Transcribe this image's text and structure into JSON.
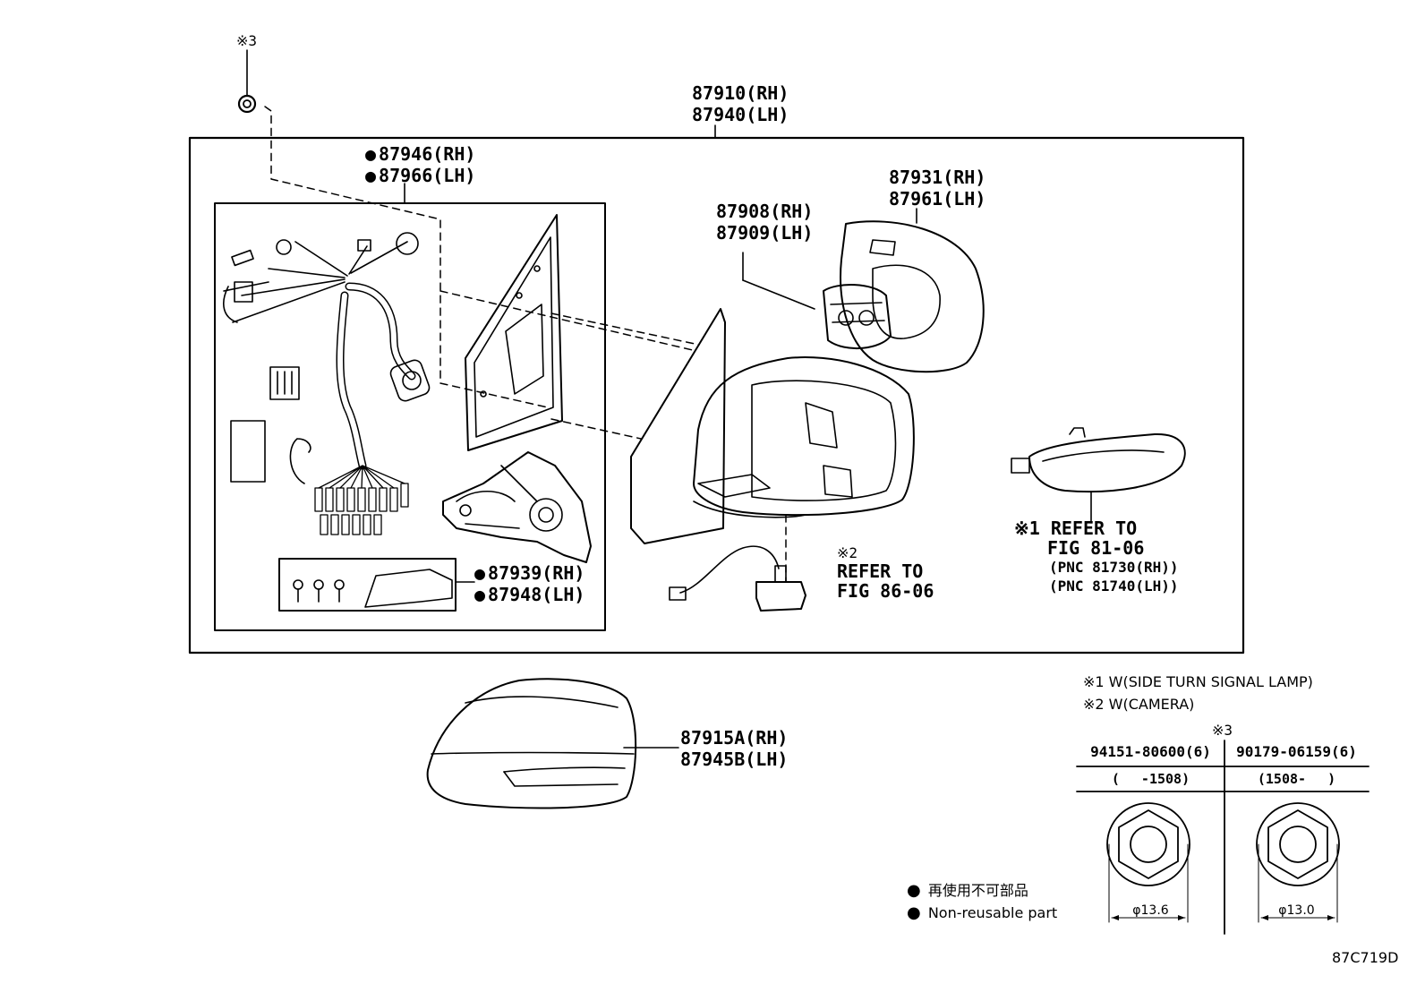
{
  "labels": {
    "assy_rh": "87910(RH)",
    "assy_lh": "87940(LH)",
    "harness_rh": "87946(RH)",
    "harness_lh": "87966(LH)",
    "mirror_rh": "87931(RH)",
    "mirror_lh": "87961(LH)",
    "actuator_rh": "87908(RH)",
    "actuator_lh": "87909(LH)",
    "kit_rh": "87939(RH)",
    "kit_lh": "87948(LH)",
    "cover_rh": "87915A(RH)",
    "cover_lh": "87945B(LH)",
    "note3_marker": "※3",
    "note2_marker": "※2",
    "fig8606_line1": "REFER TO",
    "fig8606_line2": "FIG 86-06",
    "note1_line1": "※1 REFER TO",
    "note1_line2": "FIG 81-06",
    "note1_line3": "(PNC 81730(RH))",
    "note1_line4": "(PNC 81740(LH))",
    "legend_w1": "※1 W(SIDE TURN SIGNAL LAMP)",
    "legend_w2": "※2 W(CAMERA)",
    "table_marker": "※3",
    "legend_jp": "再使用不可部品",
    "legend_en": "Non-reusable part",
    "figure_code": "87C719D"
  },
  "parts_table": {
    "columns": [
      {
        "part_no": "94151-80600(6)",
        "range": "(　 -1508)",
        "dimension": "φ13.6"
      },
      {
        "part_no": "90179-06159(6)",
        "range": "(1508- 　)",
        "dimension": "φ13.0"
      }
    ]
  },
  "colors": {
    "line": "#000000",
    "background": "#ffffff"
  }
}
